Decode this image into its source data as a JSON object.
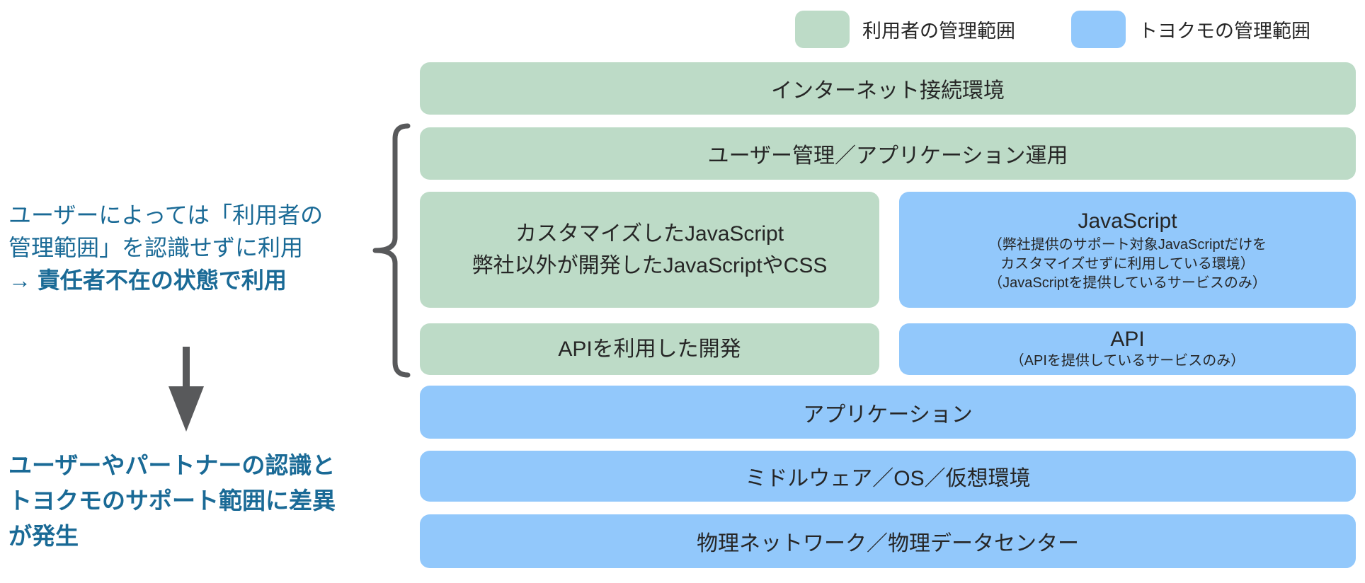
{
  "legend": {
    "user_scope": {
      "label": "利用者の管理範囲",
      "color": "#bddbc7"
    },
    "toyokumo_scope": {
      "label": "トヨクモの管理範囲",
      "color": "#92c8fb"
    }
  },
  "annotations": {
    "note1": {
      "line1": "ユーザーによっては「利用者の",
      "line2": "管理範囲」を認識せずに利用",
      "arrow_prefix": "→ ",
      "bold_text": "責任者不在の状態で利用"
    },
    "note2": {
      "line1": "ユーザーやパートナーの認識と",
      "line2": "トヨクモのサポート範囲に差異",
      "line3": "が発生"
    }
  },
  "layers": {
    "internet": {
      "label": "インターネット接続環境"
    },
    "user_mgmt": {
      "label": "ユーザー管理／アプリケーション運用"
    },
    "custom_js": {
      "line1": "カスタマイズしたJavaScript",
      "line2": "弊社以外が開発したJavaScriptやCSS"
    },
    "js_box": {
      "title": "JavaScript",
      "sub1": "（弊社提供のサポート対象JavaScriptだけを",
      "sub2": "カスタマイズせずに利用している環境）",
      "sub3": "（JavaScriptを提供しているサービスのみ）"
    },
    "api_dev": {
      "label": "APIを利用した開発"
    },
    "api_box": {
      "title": "API",
      "sub": "（APIを提供しているサービスのみ）"
    },
    "application": {
      "label": "アプリケーション"
    },
    "middleware": {
      "label": "ミドルウェア／OS／仮想環境"
    },
    "physical": {
      "label": "物理ネットワーク／物理データセンター"
    }
  },
  "colors": {
    "user_scope_green": "#bddbc7",
    "toyokumo_blue": "#92c8fb",
    "annotation_teal": "#1a6a96",
    "brace_arrow_gray": "#58595b",
    "bar_text": "#262626"
  }
}
